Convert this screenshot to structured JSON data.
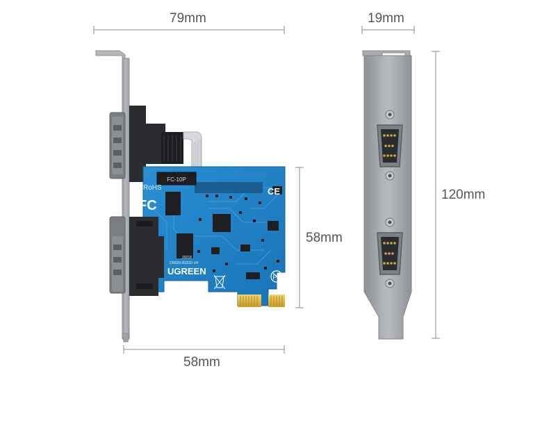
{
  "dimensions": {
    "top_width": "79mm",
    "bracket_width": "19mm",
    "bracket_height": "120mm",
    "board_height": "58mm",
    "board_width": "58mm"
  },
  "board_marks": {
    "brand": "UGREEN",
    "rohs": "RoHS",
    "fc": "FC",
    "ce": "CE",
    "pb": "Pb",
    "header": "FC-10P",
    "model": "CM326-RS232-V4",
    "date": "20218"
  },
  "colors": {
    "pcb": "#1f84c8",
    "bracket": "#a9acb0",
    "connector": "#2a2c30",
    "gold": "#e3c04a",
    "dimension_line": "#8a8a8a"
  },
  "icons": [
    "db9-serial-port-icon",
    "recycle-bin-icon",
    "fc-logo-icon",
    "ce-logo-icon",
    "pb-free-icon"
  ]
}
